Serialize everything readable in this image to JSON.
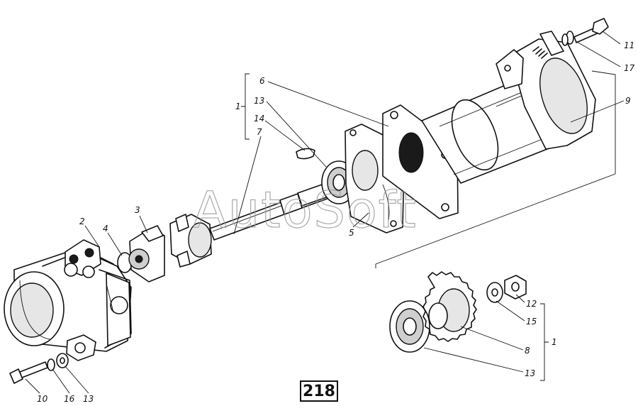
{
  "watermark": "AutoSoft",
  "page_number": "218",
  "labels": {
    "l1_top": "1",
    "l1_bottom": "1",
    "l2": "2",
    "l3": "3",
    "l4": "4",
    "l5": "5",
    "l6": "6",
    "l7": "7",
    "l8": "8",
    "l9": "9",
    "l10": "10",
    "l11": "11",
    "l12": "12",
    "l13_top": "13",
    "l13_bottom": "13",
    "l13_right": "13",
    "l14": "14",
    "l15": "15",
    "l16": "16",
    "l17": "17"
  }
}
